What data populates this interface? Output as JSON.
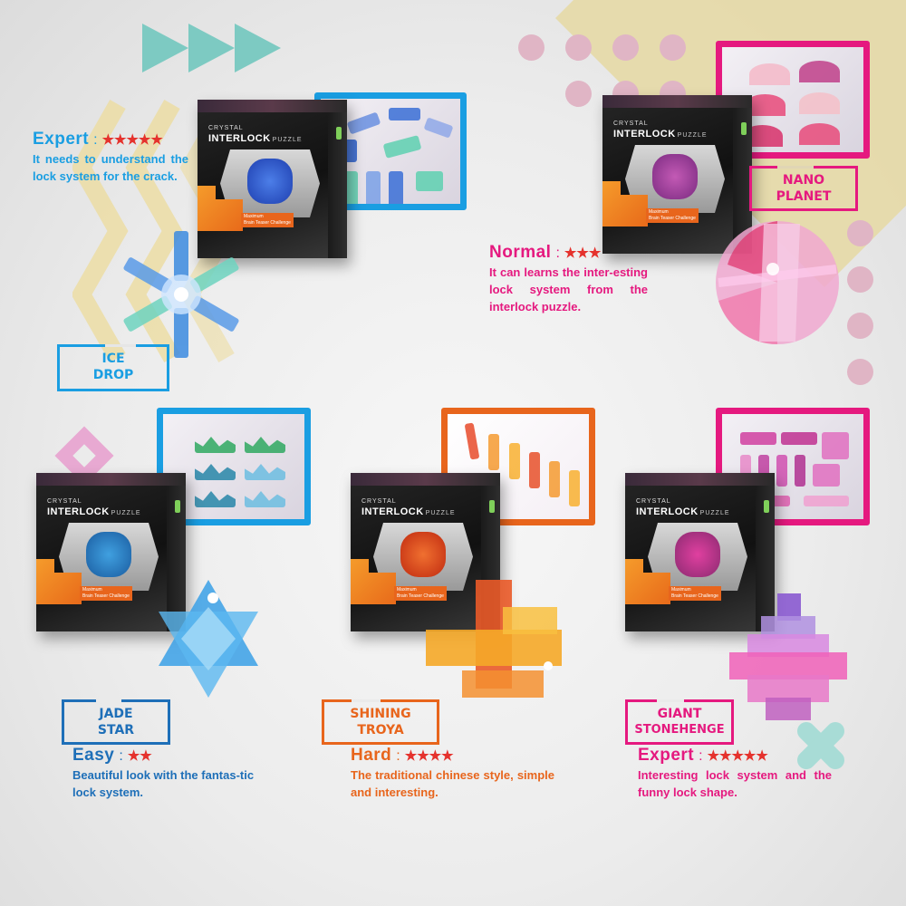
{
  "colors": {
    "blue": "#1a9ee2",
    "dark_blue": "#1e6fb8",
    "pink": "#e5197f",
    "orange": "#e8651c",
    "star_red": "#e5322d",
    "teal": "#7dcac2",
    "yellow": "#e6d9a6",
    "dot_pink": "#e0b5c5"
  },
  "box": {
    "brand_top": "CRYSTAL",
    "brand_main": "INTERLOCK",
    "brand_sub": "PUZZLE",
    "label_line1": "Maximum",
    "label_line2": "Brain Teaser Challenge"
  },
  "products": [
    {
      "id": "ice-drop",
      "name_line1": "ICE",
      "name_line2": "DROP",
      "level": "Expert",
      "colon": ":",
      "stars": "★★★★★",
      "rating": 5,
      "description": "It needs to understand the lock system for the crack.",
      "color": "#1a9ee2"
    },
    {
      "id": "nano-planet",
      "name_line1": "NANO",
      "name_line2": "PLANET",
      "level": "Normal",
      "colon": ":",
      "stars": "★★★",
      "rating": 3,
      "description": "It can learns the inter-esting lock system from the interlock puzzle.",
      "color": "#e5197f"
    },
    {
      "id": "jade-star",
      "name_line1": "JADE",
      "name_line2": "STAR",
      "level": "Easy",
      "colon": ":",
      "stars": "★★",
      "rating": 2,
      "description": "Beautiful look with the fantas-tic lock system.",
      "color": "#1e6fb8"
    },
    {
      "id": "shining-troya",
      "name_line1": "SHINING",
      "name_line2": "TROYA",
      "level": "Hard",
      "colon": ":",
      "stars": "★★★★",
      "rating": 4,
      "description": "The traditional chinese style, simple and interesting.",
      "color": "#e8651c"
    },
    {
      "id": "giant-stonehenge",
      "name_line1": "GIANT",
      "name_line2": "STONEHENGE",
      "level": "Expert",
      "colon": ":",
      "stars": "★★★★★",
      "rating": 5,
      "description": "Interesting lock system and the funny lock shape.",
      "color": "#e5197f"
    }
  ]
}
